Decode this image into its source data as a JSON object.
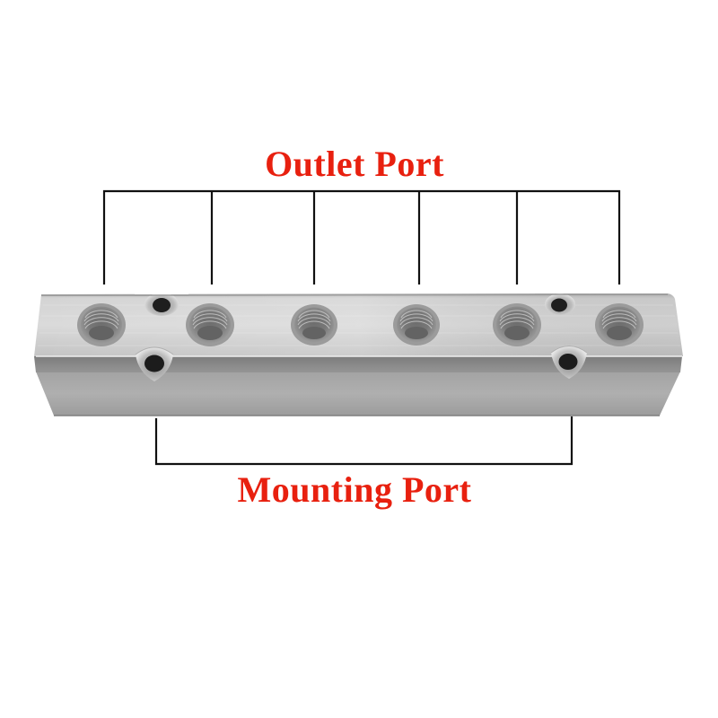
{
  "image": {
    "subject": "aluminum manifold block",
    "background_color": "#ffffff"
  },
  "annotations": {
    "outlet": {
      "label": "Outlet Port",
      "color": "#e8200f",
      "bracket_count": 6
    },
    "mounting": {
      "label": "Mounting Port",
      "color": "#e8200f",
      "bracket_count": 2
    },
    "line_color": "#111111"
  },
  "block": {
    "material_colors": {
      "top_face": "#c9c9c9",
      "top_face_highlight": "#dedede",
      "chamfer": "#8a8a8a",
      "front_face": "#a9a9a9",
      "thread_dark": "#5a5a5a"
    },
    "outlet_ports": 6,
    "mounting_holes": 4
  }
}
